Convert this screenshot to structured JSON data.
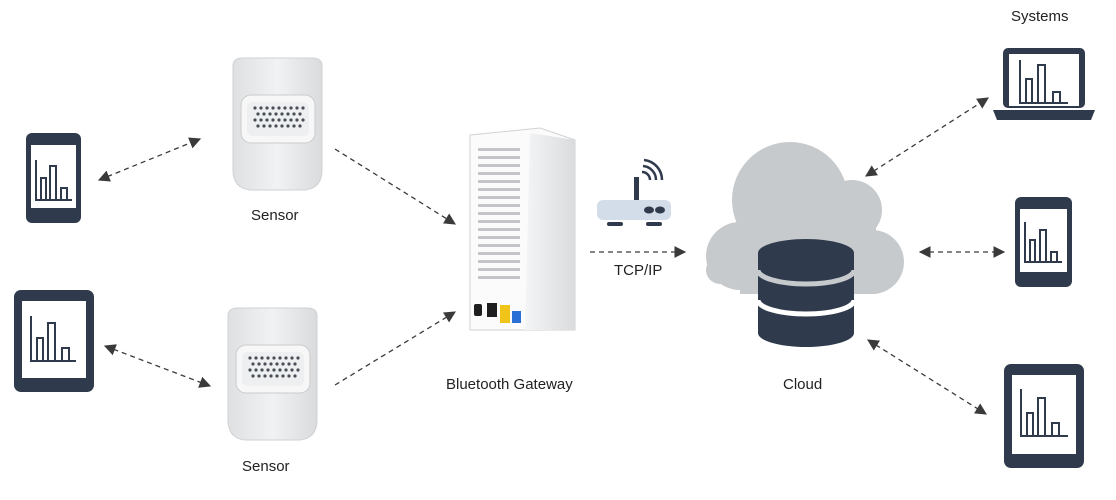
{
  "labels": {
    "systems": "Systems",
    "sensor_top": "Sensor",
    "sensor_bottom": "Sensor",
    "gateway": "Bluetooth Gateway",
    "protocol": "TCP/IP",
    "cloud": "Cloud"
  },
  "colors": {
    "device_dark": "#2f3a4c",
    "sensor_body": "#e9eaeb",
    "cloud": "#c7cacd",
    "router": "#d3dce9",
    "arrow": "#3a3a3a",
    "gateway_port_yellow": "#f0c419",
    "gateway_port_blue": "#2a6fd6"
  },
  "icons": {
    "devices": [
      "phone-icon",
      "tablet-icon",
      "laptop-icon"
    ],
    "chart": "bar-chart-icon",
    "router": "wifi-router-icon",
    "database": "database-icon"
  }
}
